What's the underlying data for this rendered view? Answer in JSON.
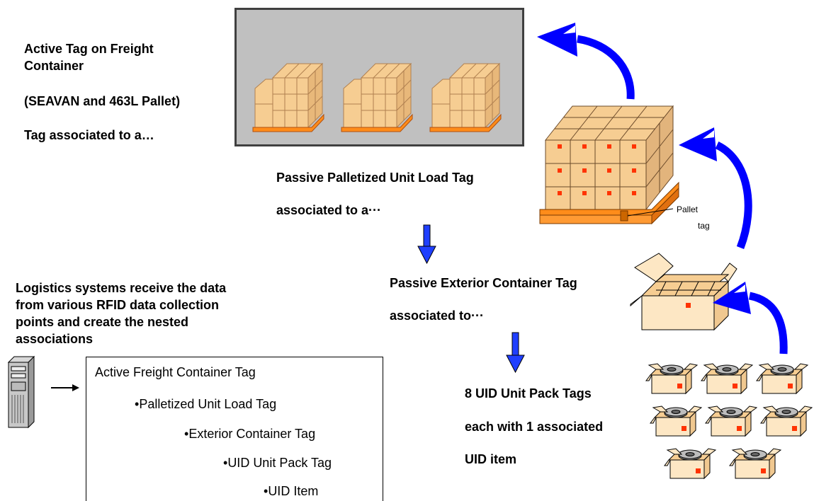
{
  "labels": {
    "active_tag_line1": "Active Tag on Freight",
    "active_tag_line2": "Container",
    "active_tag_line3": "(SEAVAN and 463L Pallet)",
    "active_tag_line4": "Tag associated to a…",
    "palletized_line1": "Passive Palletized Unit Load Tag",
    "palletized_line2": "associated to a···",
    "exterior_line1": "Passive Exterior Container Tag",
    "exterior_line2": "associated to···",
    "uid_line1": "8 UID Unit Pack Tags",
    "uid_line2": "each with 1 associated",
    "uid_line3": "UID item",
    "logistics_line1": "Logistics systems receive the data",
    "logistics_line2": "from various RFID data collection",
    "logistics_line3": "points and create the nested",
    "logistics_line4": "associations",
    "pallet_tag_line1": "Pallet",
    "pallet_tag_line2": "tag"
  },
  "tree": {
    "level0": "Active Freight Container Tag",
    "level1": "Palletized Unit Load Tag",
    "level2": "Exterior Container Tag",
    "level3": "UID Unit Pack Tag",
    "level4": "UID Item",
    "bullet": "•"
  },
  "colors": {
    "arrow_blue": "#0000ff",
    "down_arrow_blue": "#1f3fff",
    "box_fill": "#f6cd92",
    "box_edge": "#b08050",
    "pallet_orange": "#ff8c1a",
    "tag_red": "#ff3300",
    "panel_gray": "#c0c0c0"
  },
  "icons": {
    "server": "server-tower-icon",
    "pallet": "pallet-load-icon",
    "open_box": "open-box-icon",
    "unit_pack": "unit-pack-icon"
  }
}
